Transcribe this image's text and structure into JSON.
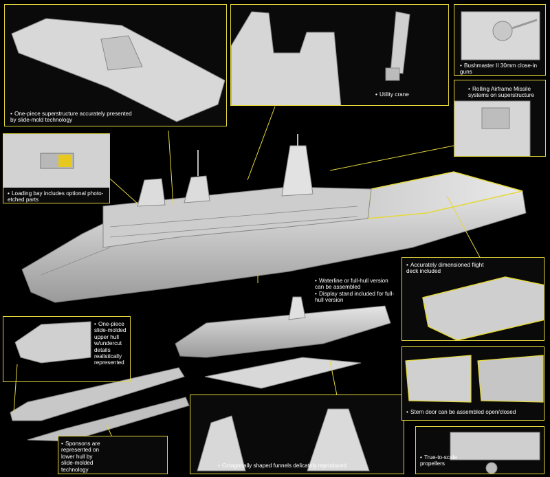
{
  "captions": {
    "superstructure": "One-piece superstructure accurately presented by slide-mold technology",
    "crane": "Utility crane",
    "bushmaster": "Bushmaster II 30mm close-in guns",
    "ram": "Rolling Airframe Missile systems on superstructure",
    "loading_bay": "Loading bay includes optional photo-etched parts",
    "flight_deck": "Accurately dimensioned flight deck included",
    "waterline": "Waterline or full-hull version can be assembled",
    "stand": "Display stand included for full-hull version",
    "upper_hull": "One-piece slide-molded upper hull w/undercut details realistically represented",
    "sponsons": "Sponsons are represented on lower hull by slide-molded technology",
    "funnels": "Octagonally shaped funnels delicately reproduced",
    "stern_door": "Stern door can be assembled open/closed",
    "propellers": "True-to-scale propellers"
  },
  "colors": {
    "background": "#000000",
    "accent": "#e4d83a",
    "model_grey": "#d8d8d8"
  }
}
